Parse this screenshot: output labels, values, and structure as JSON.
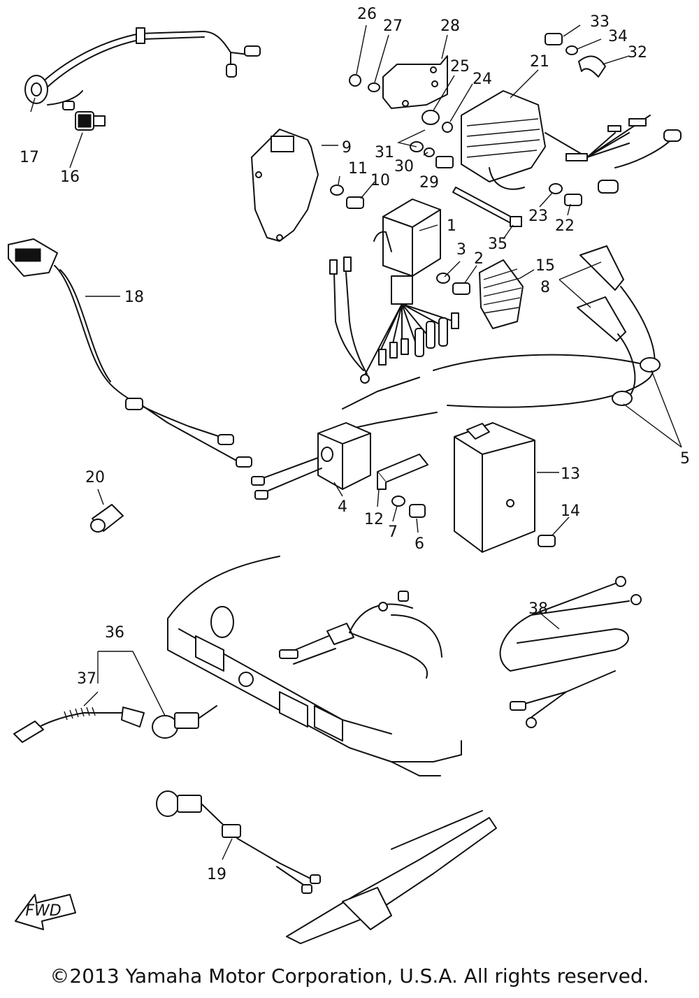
{
  "diagram": {
    "callouts": [
      "1",
      "2",
      "3",
      "4",
      "5",
      "6",
      "7",
      "8",
      "9",
      "10",
      "11",
      "12",
      "13",
      "14",
      "15",
      "16",
      "17",
      "18",
      "19",
      "20",
      "21",
      "22",
      "23",
      "24",
      "25",
      "26",
      "27",
      "28",
      "29",
      "30",
      "31",
      "32",
      "33",
      "34",
      "35",
      "36",
      "37",
      "38"
    ],
    "direction_tag": "FWD"
  },
  "footer": {
    "copyright": "©2013 Yamaha Motor Corporation, U.S.A. All rights reserved."
  }
}
